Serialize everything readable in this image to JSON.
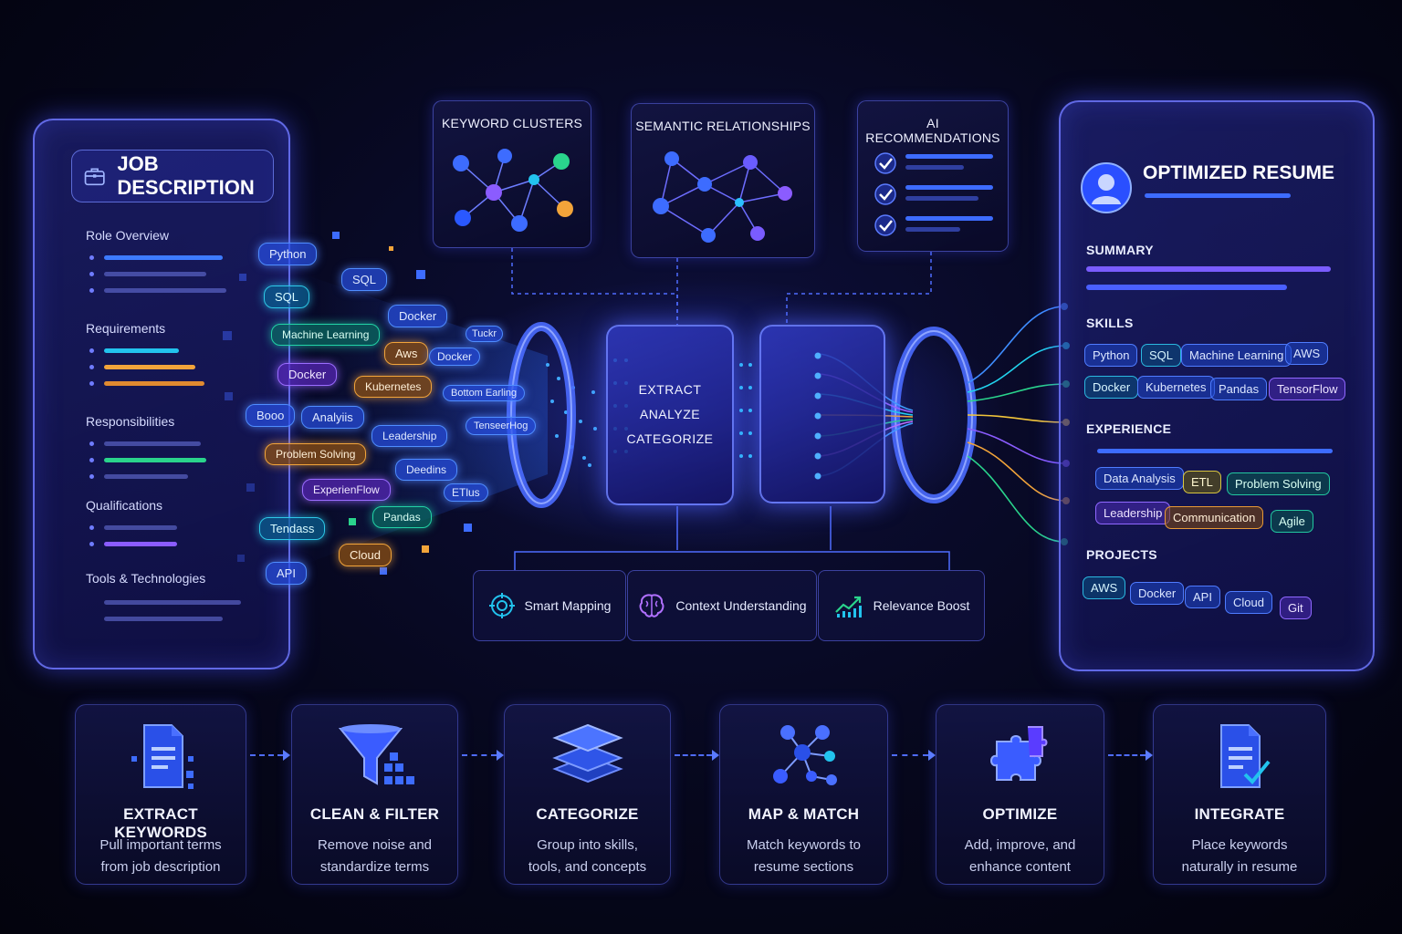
{
  "job_description": {
    "title": "JOB DESCRIPTION",
    "sections": [
      "Role Overview",
      "Requirements",
      "Responsibilities",
      "Qualifications",
      "Tools & Technologies"
    ]
  },
  "keyword_chips": [
    "Python",
    "SQL",
    "SQL",
    "Docker",
    "Tuckr",
    "Machine Learning",
    "Aws",
    "Docker",
    "Docker",
    "Kubernetes",
    "Bottom Earling",
    "Booo",
    "Analyiis",
    "Leadership",
    "TenseerHog",
    "Problem Solving",
    "Deedins",
    "ExperienFlow",
    "ETlus",
    "Tendass",
    "Pandas",
    "Cloud",
    "API"
  ],
  "top_cards": {
    "keyword_clusters": "KEYWORD CLUSTERS",
    "semantic_relationships": "SEMANTIC RELATIONSHIPS",
    "ai_recommendations": "AI RECOMMENDATIONS"
  },
  "center": {
    "labels": [
      "EXTRACT",
      "ANALYZE",
      "CATEGORIZE"
    ]
  },
  "features": [
    {
      "label": "Smart Mapping",
      "icon": "target-icon"
    },
    {
      "label": "Context Understanding",
      "icon": "brain-icon"
    },
    {
      "label": "Relevance Boost",
      "icon": "growth-chart-icon"
    }
  ],
  "resume": {
    "title": "OPTIMIZED RESUME",
    "summary": "SUMMARY",
    "skills": "SKILLS",
    "skills_items": [
      "Python",
      "SQL",
      "Machine Learning",
      "AWS",
      "Docker",
      "Kubernetes",
      "Pandas",
      "TensorFlow"
    ],
    "experience": "EXPERIENCE",
    "experience_items": [
      "Data Analysis",
      "ETL",
      "Problem Solving",
      "Leadership",
      "Communication",
      "Agile"
    ],
    "projects": "PROJECTS",
    "projects_items": [
      "AWS",
      "Docker",
      "API",
      "Cloud",
      "Git"
    ]
  },
  "steps": [
    {
      "title": "EXTRACT KEYWORDS",
      "desc1": "Pull important terms",
      "desc2": "from job description",
      "icon": "document-icon"
    },
    {
      "title": "CLEAN & FILTER",
      "desc1": "Remove noise and",
      "desc2": "standardize terms",
      "icon": "funnel-icon"
    },
    {
      "title": "CATEGORIZE",
      "desc1": "Group into skills,",
      "desc2": "tools, and concepts",
      "icon": "layers-icon"
    },
    {
      "title": "MAP & MATCH",
      "desc1": "Match keywords to",
      "desc2": "resume sections",
      "icon": "network-icon"
    },
    {
      "title": "OPTIMIZE",
      "desc1": "Add, improve, and",
      "desc2": "enhance content",
      "icon": "puzzle-icon"
    },
    {
      "title": "INTEGRATE",
      "desc1": "Place keywords",
      "desc2": "naturally in resume",
      "icon": "document-check-icon"
    }
  ],
  "colors": {
    "accent_blue": "#4f6cff",
    "accent_purple": "#8b5cff",
    "accent_cyan": "#22c3ee",
    "accent_orange": "#f2a43a",
    "accent_green": "#22d38a"
  }
}
